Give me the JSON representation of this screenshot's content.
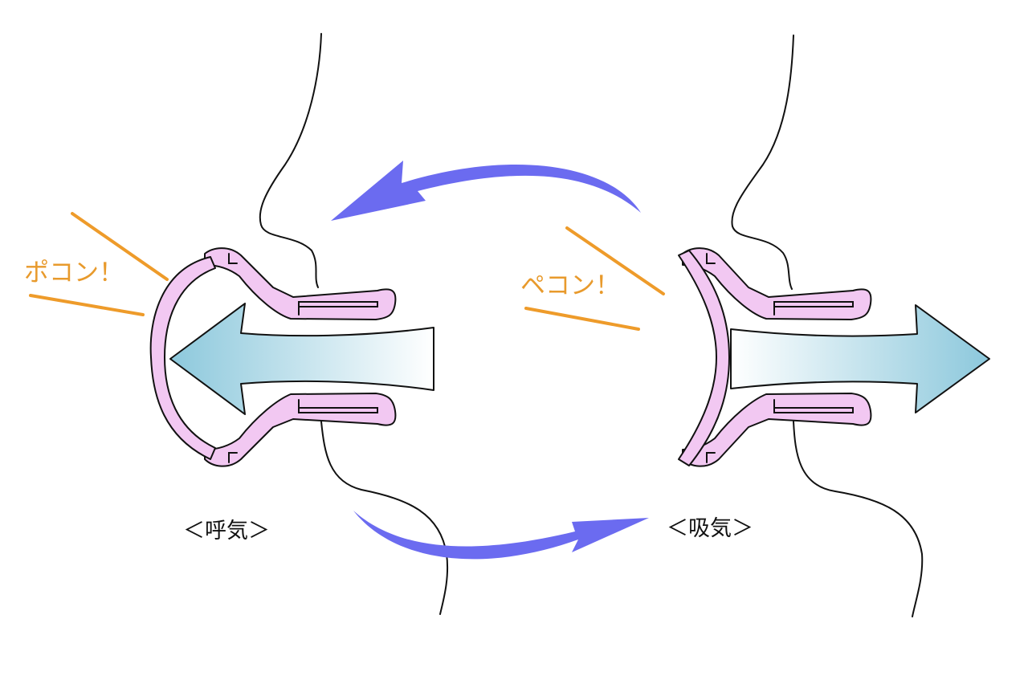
{
  "labels": {
    "exhale_sound": "ポコン！",
    "inhale_sound": "ペコン！",
    "exhale_caption": "＜呼気＞",
    "inhale_caption": "＜吸気＞"
  },
  "icons": {
    "cycle_top": "curved-arrow-left-icon",
    "cycle_bottom": "curved-arrow-right-icon",
    "airflow_exhale": "arrow-left-icon",
    "airflow_inhale": "arrow-right-icon"
  },
  "colors": {
    "sound_text": "#e89a2c",
    "sound_lines": "#ee9b2a",
    "cycle_arrow": "#6b6bf0",
    "device_fill": "#f2c8f2",
    "airflow_edge": "#8cc8dc",
    "airflow_fade": "#ffffff",
    "outline": "#111111"
  }
}
